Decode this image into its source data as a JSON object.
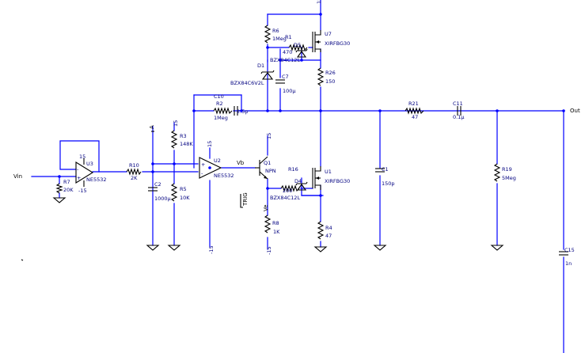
{
  "nets": {
    "vin": "Vin",
    "out": "Out",
    "vb": "Vb",
    "ve": "Ve",
    "a": "A",
    "trig": "TRIG"
  },
  "supply": {
    "pos": "15",
    "neg": "-15"
  },
  "opamps": [
    {
      "ref": "U3",
      "value": "NE5532"
    },
    {
      "ref": "U2",
      "value": "NE5532"
    }
  ],
  "mosfets": [
    {
      "ref": "U7",
      "value": "XIRFBG30"
    },
    {
      "ref": "U1",
      "value": "XIRFBG30"
    }
  ],
  "transistor": {
    "ref": "Q1",
    "value": "NPN"
  },
  "resistors": {
    "r6": {
      "ref": "R6",
      "value": "1Meg"
    },
    "r1": {
      "ref": "R1",
      "value": "470"
    },
    "r26": {
      "ref": "R26",
      "value": "150"
    },
    "r2": {
      "ref": "R2",
      "value": "1Meg"
    },
    "r21": {
      "ref": "R21",
      "value": "47"
    },
    "r3": {
      "ref": "R3",
      "value": "148K"
    },
    "r5": {
      "ref": "R5",
      "value": "10K"
    },
    "r10": {
      "ref": "R10",
      "value": "2K"
    },
    "r7": {
      "ref": "R7",
      "value": "20K"
    },
    "r16": {
      "ref": "R16",
      "value": "200"
    },
    "r8": {
      "ref": "R8",
      "value": "1K"
    },
    "r4": {
      "ref": "R4",
      "value": "47"
    },
    "r19": {
      "ref": "R19",
      "value": "5Meg"
    }
  },
  "capacitors": {
    "c7": {
      "ref": "C7",
      "value": "100µ"
    },
    "c10": {
      "ref": "C10",
      "value": "2.5p"
    },
    "c11": {
      "ref": "C11",
      "value": "0.1µ"
    },
    "c2": {
      "ref": "C2",
      "value": "1000µ"
    },
    "c1": {
      "ref": "C1",
      "value": "150p"
    },
    "c15": {
      "ref": "C15",
      "value": "1n"
    }
  },
  "diodes": {
    "d1": {
      "ref": "D1",
      "value": "BZX84C6V2L"
    },
    "d5": {
      "ref": "D5",
      "value": "BZX84C12L"
    },
    "d4": {
      "ref": "D4",
      "value": "BZX84C12L"
    }
  },
  "pins": {
    "u3_pos": "15",
    "u3_neg": "-15",
    "u2_pos": "15",
    "u2_neg": "-15"
  },
  "colors": {
    "wire": "#0000ff",
    "component": "#000000",
    "label": "#000080",
    "background": "#ffffff"
  }
}
